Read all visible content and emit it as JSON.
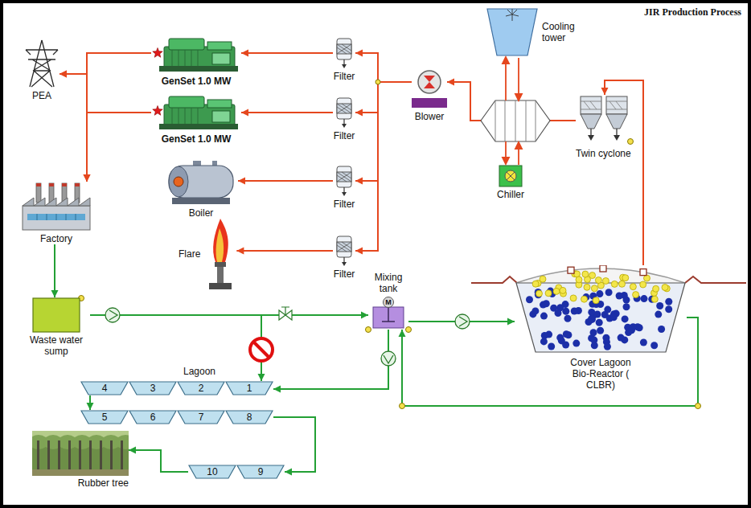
{
  "diagram": {
    "title": "JIR Production Process",
    "nodes": [
      {
        "text": [
          "PEA"
        ]
      },
      {
        "text": [
          "GenSet 1.0 MW"
        ]
      },
      {
        "text": [
          "GenSet 1.0 MW"
        ]
      },
      {
        "text": [
          "Filter"
        ]
      },
      {
        "text": [
          "Filter"
        ]
      },
      {
        "text": [
          "Filter"
        ]
      },
      {
        "text": [
          "Filter"
        ]
      },
      {
        "text": [
          "Blower"
        ]
      },
      {
        "text": [
          "Cooling tower"
        ]
      },
      {
        "text": [
          "Chiller"
        ]
      },
      {
        "text": [
          "Twin cyclone"
        ]
      },
      {
        "text": [
          "Factory"
        ]
      },
      {
        "text": [
          "Boiler"
        ]
      },
      {
        "text": [
          "Flare"
        ]
      },
      {
        "text": [
          "Waste water sump"
        ]
      },
      {
        "text": [
          "Mixing tank",
          "M"
        ]
      },
      {
        "text": [
          "Cover Lagoon Bio-Reactor ( CLBR)"
        ]
      },
      {
        "text": [
          "4"
        ]
      },
      {
        "text": [
          "3"
        ]
      },
      {
        "text": [
          "2"
        ]
      },
      {
        "text": [
          "1"
        ]
      },
      {
        "text": [
          "5"
        ]
      },
      {
        "text": [
          "6"
        ]
      },
      {
        "text": [
          "7"
        ]
      },
      {
        "text": [
          "8"
        ]
      },
      {
        "text": [
          "10"
        ]
      },
      {
        "text": [
          "9"
        ]
      },
      {
        "text": [
          "Rubber tree"
        ]
      }
    ],
    "edges": [
      {
        "from": 16,
        "to": 10,
        "arrow": "to"
      },
      {
        "from": 10,
        "to": 7,
        "arrow": "to"
      },
      {
        "from": 7,
        "to": 3,
        "arrow": "to"
      },
      {
        "from": 7,
        "to": 4,
        "arrow": "to"
      },
      {
        "from": 7,
        "to": 5,
        "arrow": "to"
      },
      {
        "from": 7,
        "to": 6,
        "arrow": "to"
      },
      {
        "from": 3,
        "to": 1,
        "arrow": "to"
      },
      {
        "from": 4,
        "to": 2,
        "arrow": "to"
      },
      {
        "from": 5,
        "to": 12,
        "arrow": "to"
      },
      {
        "from": 6,
        "to": 13,
        "arrow": "to"
      },
      {
        "from": 1,
        "to": 0,
        "arrow": "to"
      },
      {
        "from": 1,
        "to": 11,
        "arrow": "to"
      },
      {
        "from": 2,
        "to": 0,
        "arrow": "to"
      },
      {
        "from": 2,
        "to": 11,
        "arrow": "to"
      },
      {
        "from": 11,
        "to": 14,
        "arrow": "to"
      },
      {
        "from": 14,
        "to": 15,
        "arrow": "to"
      },
      {
        "from": 14,
        "to": 20,
        "arrow": "to"
      },
      {
        "from": 15,
        "to": 16,
        "arrow": "to"
      },
      {
        "from": 16,
        "to": 15,
        "arrow": "to"
      },
      {
        "from": 15,
        "to": 20,
        "arrow": "to"
      },
      {
        "from": 17,
        "to": 21,
        "arrow": "to"
      },
      {
        "from": 24,
        "to": 26,
        "arrow": "to"
      },
      {
        "from": 25,
        "to": 27,
        "arrow": "to"
      }
    ],
    "labels": [
      "Lagoon"
    ]
  }
}
